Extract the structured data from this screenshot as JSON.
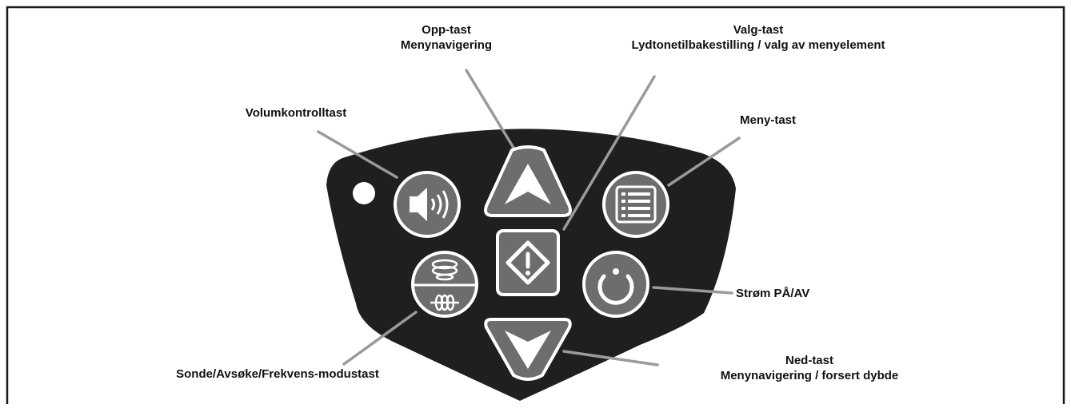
{
  "labels": {
    "up_title": "Opp-tast",
    "up_desc": "Menynavigering",
    "select_title": "Valg-tast",
    "select_desc": "Lydtonetilbakestilling / valg av menyelement",
    "volume": "Volumkontrolltast",
    "menu": "Meny-tast",
    "power": "Strøm PÅ/AV",
    "mode": "Sonde/Avsøke/Frekvens-modustast",
    "down_title": "Ned-tast",
    "down_desc": "Menynavigering / forsert dybde"
  },
  "icons": {
    "indicator": "led-indicator",
    "volume": "speaker-icon",
    "up": "arrow-up-icon",
    "menu": "list-icon",
    "select": "select-diamond-icon",
    "mode": "sonde-mode-icon",
    "power": "power-icon",
    "down": "arrow-down-icon"
  },
  "colors": {
    "frame": "#1a1a1a",
    "keypad_body": "#1f1f1f",
    "button_fill": "#6d6d6d",
    "button_outline": "#ffffff",
    "leader_line": "#9a9a9a",
    "text": "#111111"
  }
}
